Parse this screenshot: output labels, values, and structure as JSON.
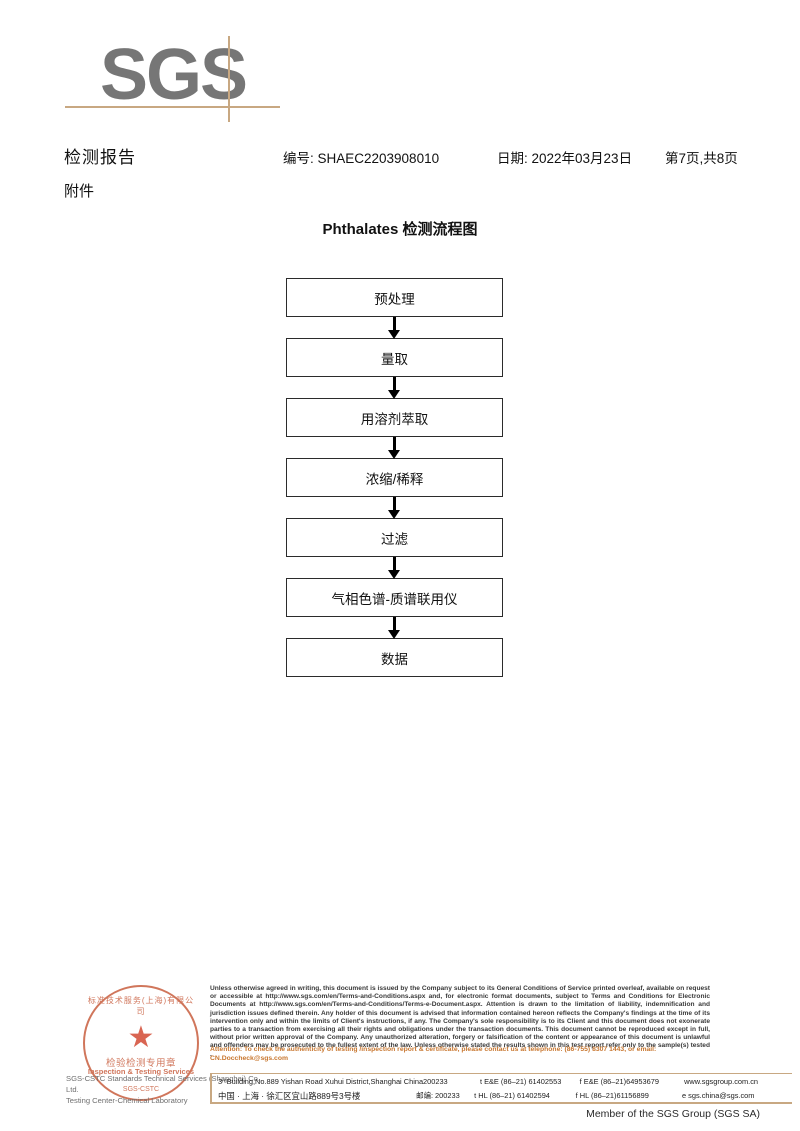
{
  "logo": {
    "text": "SGS",
    "line_color": "#c8a882",
    "text_color": "#767676"
  },
  "header": {
    "report_title": "检测报告",
    "attachment_label": "附件",
    "report_no": "编号: SHAEC2203908010",
    "date": "日期: 2022年03月23日",
    "page": "第7页,共8页"
  },
  "flow": {
    "title": "Phthalates 检测流程图",
    "steps": [
      {
        "label": "预处理"
      },
      {
        "label": "量取"
      },
      {
        "label": "用溶剂萃取"
      },
      {
        "label": "浓缩/稀释"
      },
      {
        "label": "过滤"
      },
      {
        "label": "气相色谱-质谱联用仪"
      },
      {
        "label": "数据"
      }
    ]
  },
  "stamp": {
    "arc_top": "标准技术服务(上海)有限公司",
    "arc_bottom": "SGS-CSTC",
    "star": "★",
    "line_cn": "检验检测专用章",
    "line_en": "Inspection & Testing Services",
    "color": "#c4502e"
  },
  "lab": {
    "name_en": "SGS-CSTC Standards Technical Services (Shanghai) Co., Ltd.",
    "name_en2": "Testing Center-Chemical Laboratory"
  },
  "footer": {
    "legal": "Unless otherwise agreed in writing, this document is issued by the Company subject to its General Conditions of Service printed overleaf, available on request or accessible at http://www.sgs.com/en/Terms-and-Conditions.aspx and, for electronic format documents, subject to Terms and Conditions for Electronic Documents at http://www.sgs.com/en/Terms-and-Conditions/Terms-e-Document.aspx. Attention is drawn to the limitation of liability, indemnification and jurisdiction issues defined therein. Any holder of this document is advised that information contained hereon reflects the Company's findings at the time of its intervention only and within the limits of Client's instructions, if any. The Company's sole responsibility is to its Client and this document does not exonerate parties to a transaction from exercising all their rights and obligations under the transaction documents. This document cannot be reproduced except in full, without prior written approval of the Company. Any unauthorized alteration, forgery or falsification of the content or appearance of this document is unlawful and offenders may be prosecuted to the fullest extent of the law. Unless otherwise stated the results shown in this test report refer only to the sample(s) tested .",
    "attention": "Attention: To check the authenticity of testing /inspection report & certificate, please contact us at telephone: (86-755) 8307 1443, or email: CN.Doccheck@sgs.com",
    "attention_color": "#c8762e",
    "address_en": "3ʳᵈBuilding,No.889 Yishan Road Xuhui District,Shanghai China",
    "postcode_en": "200233",
    "tel_en": "t E&E (86–21) 61402553",
    "fax_en": "f E&E (86–21)64953679",
    "web": "www.sgsgroup.com.cn",
    "address_cn": "中国 · 上海 · 徐汇区宜山路889号3号楼",
    "postcode_cn": "邮编: 200233",
    "tel_cn": "t HL (86–21) 61402594",
    "fax_cn": "f HL (86–21)61156899",
    "email": "e  sgs.china@sgs.com",
    "member": "Member of the SGS Group (SGS SA)"
  }
}
